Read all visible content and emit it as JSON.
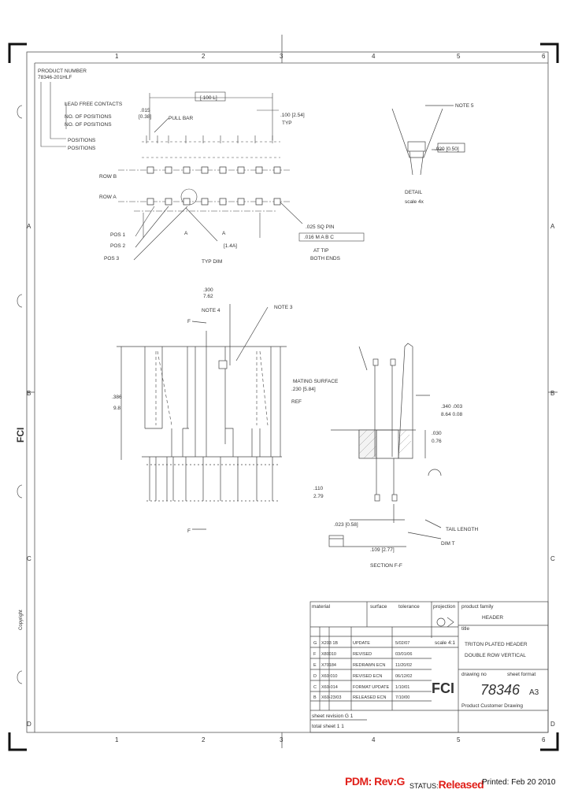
{
  "border": {
    "cols_top": [
      "1",
      "2",
      "3",
      "4",
      "5",
      "6"
    ],
    "cols_bottom": [
      "1",
      "2",
      "3",
      "4",
      "5",
      "6"
    ],
    "rows_left": [
      "A",
      "B",
      "C",
      "D"
    ],
    "rows_right": [
      "A",
      "B",
      "C",
      "D"
    ]
  },
  "side_text": {
    "brand": "FCI",
    "copyright": "Copyright"
  },
  "top_view": {
    "product_number_label": "PRODUCT NUMBER",
    "product_number": "78346-201HLF",
    "callout_lines": [
      "LEAD FREE CONTACTS",
      "NO. OF POSITIONS",
      "NO. OF POSITIONS",
      "POSITIONS",
      "POSITIONS"
    ],
    "dim_top": "[.100 L]",
    "dim_015": ".015",
    "dim_015_b": "[0.38]",
    "pullbar": "PULL BAR",
    "dim_100": ".100 [2.54]",
    "typ": "TYP",
    "row_b": "ROW B",
    "row_a": "ROW A",
    "pos1": "POS 1",
    "pos2": "POS 2",
    "pos3": "POS 3",
    "dim_a": "A",
    "dim_a2": "A",
    "typ_dim": "TYP DIM",
    "dim_a3": "[1.4A]",
    "pin_note": ".025 SQ PIN",
    "fcf": ".016 M A B C",
    "at_tip": "AT TIP",
    "both_ends": "BOTH ENDS"
  },
  "detail": {
    "note": "NOTE 5",
    "dim": ".020 [0.50]",
    "label": "DETAIL",
    "scale": "scale 4x"
  },
  "front_view": {
    "dim_300": ".300",
    "dim_762": "7.62",
    "note4": "NOTE 4",
    "note3": "NOTE 3",
    "f_top": "F",
    "f_bot": "F",
    "dim_386": ".386",
    "dim_98": "9.8"
  },
  "section": {
    "mating_label": "MATING SURFACE",
    "mating_dim": ".230 [5.84]",
    "ref": "REF",
    "dim_340": ".340 .003",
    "dim_340b": "8.64 0.08",
    "dim_030": ".030",
    "dim_030b": "0.76",
    "dim_110": ".110",
    "dim_110b": "2.79",
    "dim_023": ".023 [0.58]",
    "tail_label": "TAIL LENGTH",
    "tail_dim": "DIM T",
    "dim_109": ".109 [2.77]",
    "title": "SECTION F-F"
  },
  "title_block": {
    "h_product_family": "product family",
    "product_family": "HEADER",
    "title_label": "title",
    "title_l1": "TRITON PLATED HEADER",
    "title_l2": "DOUBLE ROW VERTICAL",
    "h_mat": "material",
    "h_surface": "surface",
    "h_tolerance": "tolerance",
    "h_projection": "projection",
    "h_drawing_no": "drawing no",
    "h_sheet_format": "sheet format",
    "drawing_no": "78346",
    "size": "A3",
    "brand": "FCI",
    "doc_type": "Product Customer Drawing",
    "scale_label": "scale 4:1",
    "revisions": [
      {
        "rev": "G",
        "ecn": "X203 1B",
        "desc": "UPDATE",
        "date": "5/02/07"
      },
      {
        "rev": "F",
        "ecn": "X80010",
        "desc": "REVISED",
        "date": "03/01/06"
      },
      {
        "rev": "E",
        "ecn": "X70184",
        "desc": "REDRAWN ECN",
        "date": "11/20/02"
      },
      {
        "rev": "D",
        "ecn": "X60 010",
        "desc": "REVISED ECN",
        "date": "06/12/02"
      },
      {
        "rev": "C",
        "ecn": "X60-014",
        "desc": "FORMAT UPDATE",
        "date": "1/10/01"
      },
      {
        "rev": "B",
        "ecn": "X60-23/03",
        "desc": "RELEASED ECN",
        "date": "7/10/00"
      }
    ],
    "sheet_row": "sheet revision G 1",
    "total_row": "total sheet 1 1"
  },
  "footer": {
    "pdm": "PDM: Rev:G",
    "status_label": "STATUS:",
    "status_value": "Released",
    "printed": "Printed: Feb 20 2010"
  },
  "colors": {
    "ink": "#333333",
    "red": "#e0201a"
  }
}
